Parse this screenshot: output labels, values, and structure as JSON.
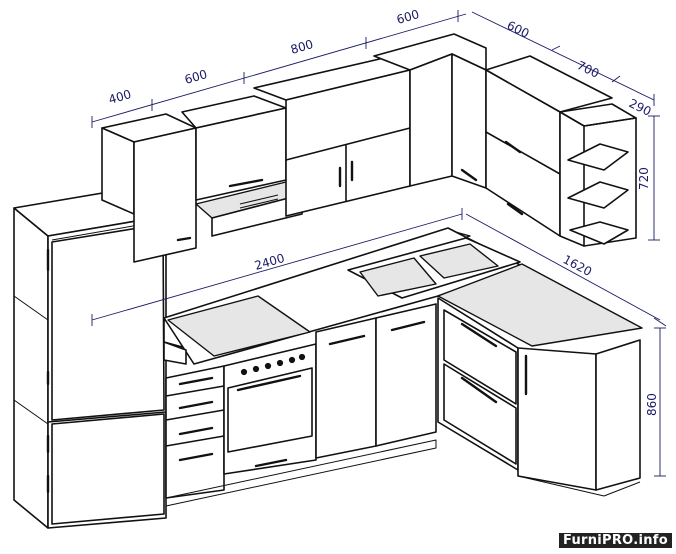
{
  "dimensions": {
    "upper_400": "400",
    "upper_600_left": "600",
    "upper_800": "800",
    "upper_600_corner": "600",
    "upper_600_right": "600",
    "upper_700": "700",
    "shelf_290": "290",
    "height_720": "720",
    "counter_2400": "2400",
    "counter_1620": "1620",
    "height_860": "860"
  },
  "watermark": "FurniPRO.info"
}
